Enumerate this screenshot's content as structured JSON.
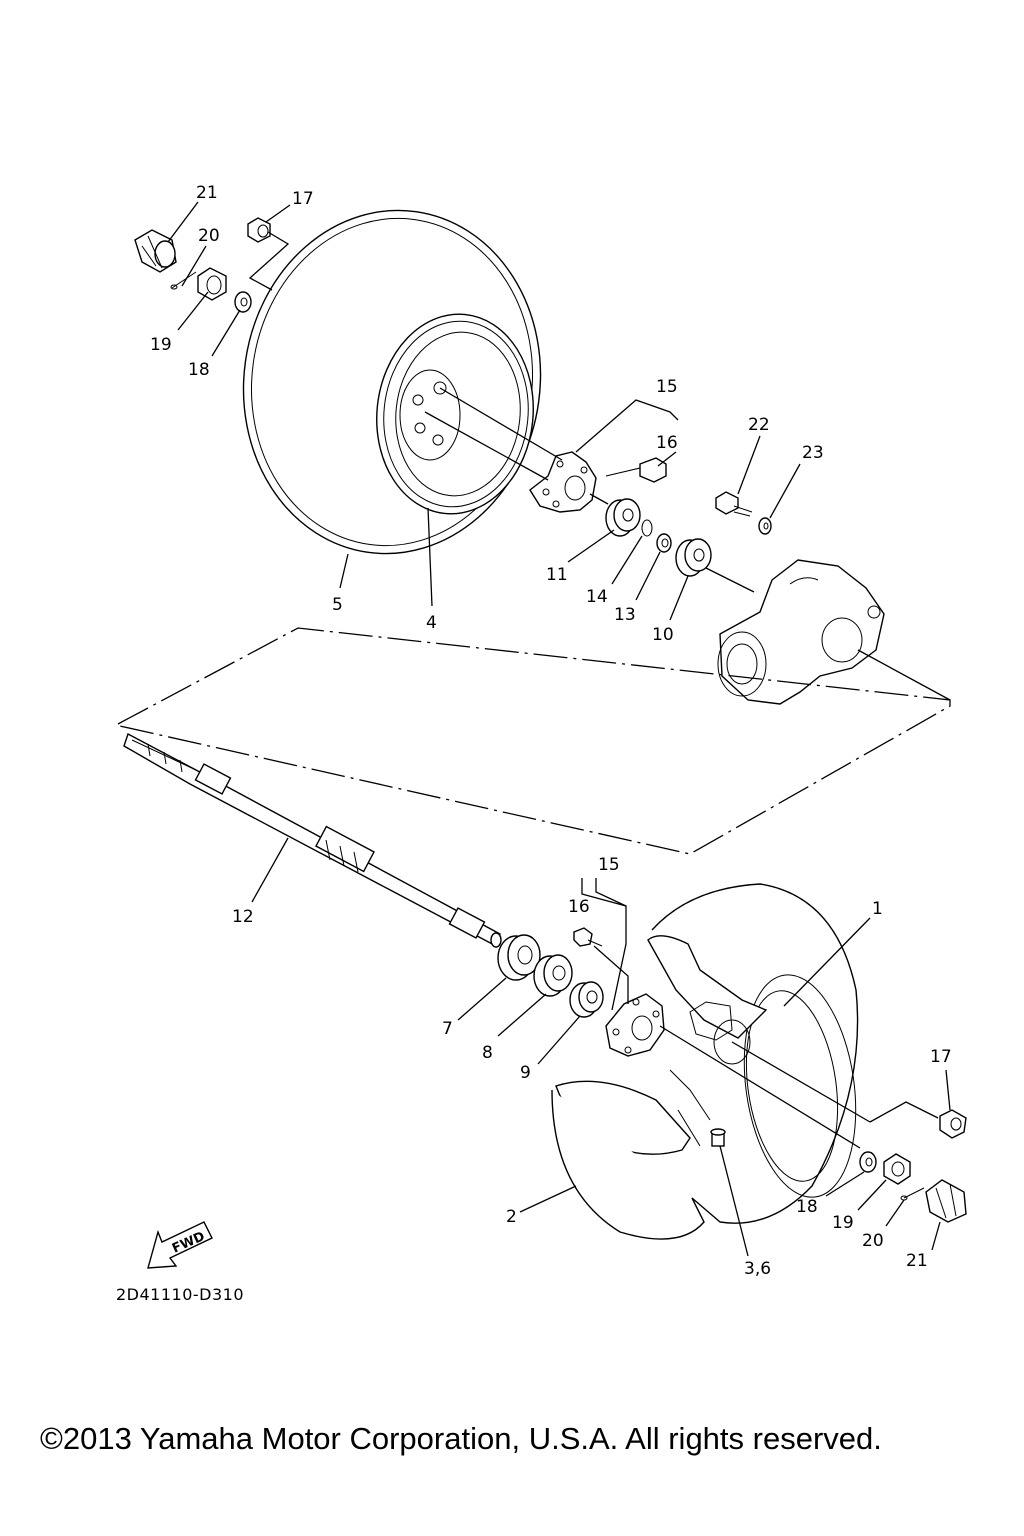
{
  "diagram": {
    "code": "2D41110-D310",
    "copyright": "©2013 Yamaha Motor Corporation, U.S.A. All rights reserved.",
    "fwd_label": "FWD",
    "callouts": {
      "c21a": "21",
      "c17a": "17",
      "c20a": "20",
      "c19a": "19",
      "c18a": "18",
      "c5": "5",
      "c4": "4",
      "c15a": "15",
      "c16a": "16",
      "c22": "22",
      "c23": "23",
      "c11": "11",
      "c14": "14",
      "c13": "13",
      "c10": "10",
      "c12": "12",
      "c15b": "15",
      "c16b": "16",
      "c1": "1",
      "c7": "7",
      "c8": "8",
      "c9": "9",
      "c17b": "17",
      "c2": "2",
      "c18b": "18",
      "c19b": "19",
      "c20b": "20",
      "c21b": "21",
      "c36": "3,6"
    }
  }
}
